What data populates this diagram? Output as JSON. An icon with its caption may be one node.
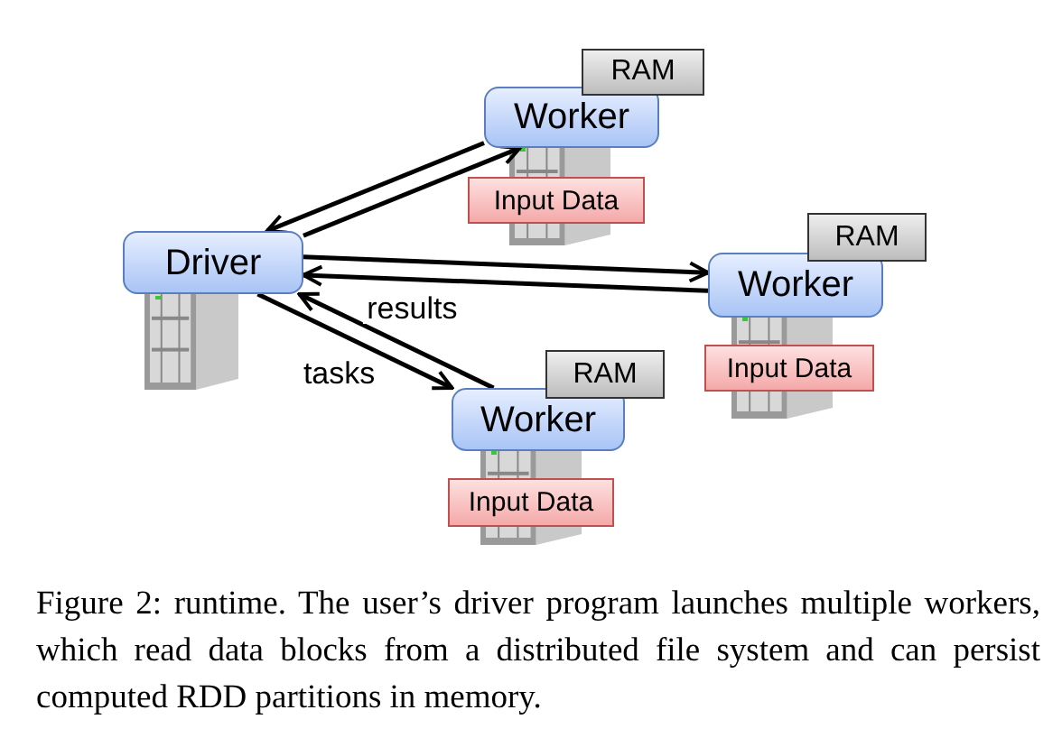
{
  "diagram": {
    "caption": "Figure 2: runtime. The user’s driver program launches multiple workers, which read data blocks from a distributed file system and can persist computed RDD partitions in memory.",
    "nodes": [
      {
        "text": [
          "Driver"
        ]
      },
      {
        "text": [
          "Worker"
        ]
      },
      {
        "text": [
          "RAM"
        ]
      },
      {
        "text": [
          "Input Data"
        ]
      },
      {
        "text": [
          "Worker"
        ]
      },
      {
        "text": [
          "RAM"
        ]
      },
      {
        "text": [
          "Input Data"
        ]
      },
      {
        "text": [
          "Worker"
        ]
      },
      {
        "text": [
          "RAM"
        ]
      },
      {
        "text": [
          "Input Data"
        ]
      }
    ],
    "edges": [
      {
        "from": 0,
        "to": 1,
        "arrow": "to"
      },
      {
        "from": 1,
        "to": 0,
        "arrow": "to"
      },
      {
        "from": 0,
        "to": 4,
        "arrow": "to"
      },
      {
        "from": 4,
        "to": 0,
        "arrow": "to"
      },
      {
        "from": 0,
        "to": 7,
        "arrow": "to",
        "label": "tasks"
      },
      {
        "from": 7,
        "to": 0,
        "arrow": "to",
        "label": "results"
      }
    ]
  }
}
